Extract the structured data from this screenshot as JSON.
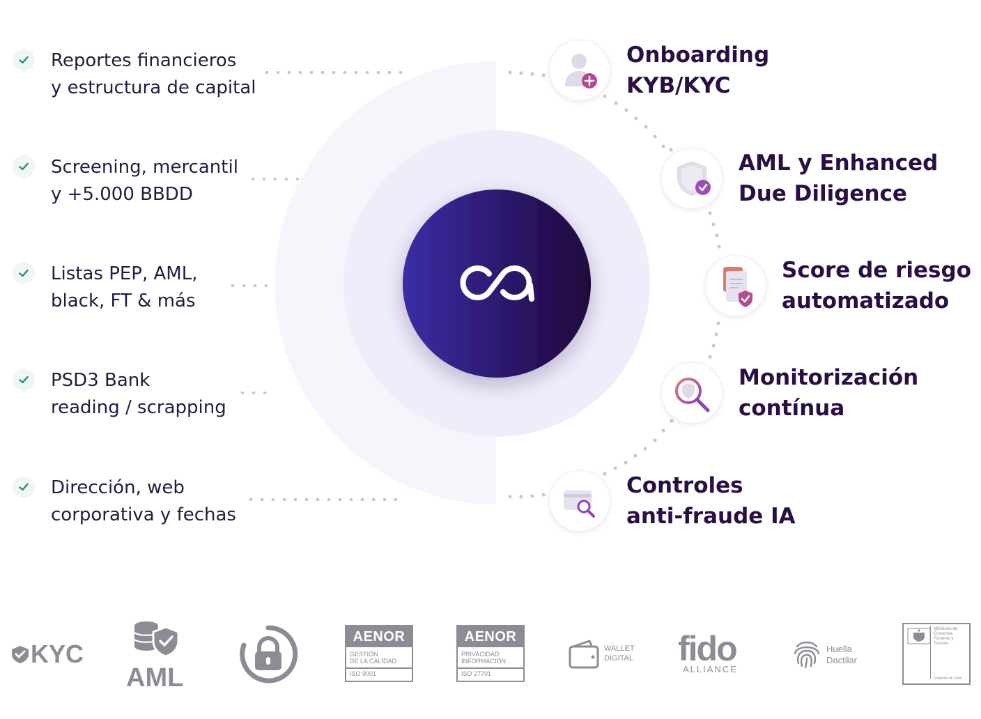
{
  "features": [
    {
      "line1": "Reportes financieros",
      "line2": "y estructura de capital"
    },
    {
      "line1": "Screening, mercantil",
      "line2": "y +5.000 BBDD"
    },
    {
      "line1": "Listas PEP, AML,",
      "line2": "black, FT & más"
    },
    {
      "line1": "PSD3 Bank",
      "line2": "reading / scrapping"
    },
    {
      "line1": "Dirección, web",
      "line2": "corporativa y fechas"
    }
  ],
  "services": [
    {
      "line1": "Onboarding",
      "line2": "KYB/KYC",
      "icon": "user-add-icon"
    },
    {
      "line1": "AML y Enhanced",
      "line2": "Due Diligence",
      "icon": "shield-check-icon"
    },
    {
      "line1": "Score de riesgo",
      "line2": "automatizado",
      "icon": "document-shield-icon"
    },
    {
      "line1": "Monitorización",
      "line2": "contínua",
      "icon": "magnifier-shield-icon"
    },
    {
      "line1": "Controles",
      "line2": "anti-fraude IA",
      "icon": "card-search-icon"
    }
  ],
  "center_logo": {
    "icon": "infinity-logo-icon"
  },
  "colors": {
    "primary": "#2a0f45",
    "accent_purple": "#3b2a9e",
    "accent_dark": "#22063f",
    "check_green": "#2e8a6a",
    "halo_outer": "#f6f5fc",
    "halo_inner": "#efedf9"
  },
  "certifications": {
    "kyc": "KYC",
    "aml": "AML",
    "aenor1": {
      "brand": "AENOR",
      "line1": "GESTIÓN",
      "line2": "DE LA CALIDAD",
      "code": "ISO 9001"
    },
    "aenor2": {
      "brand": "AENOR",
      "line1": "PRIVACIDAD",
      "line2": "INFORMACIÓN",
      "code": "ISO 27701"
    },
    "wallet": {
      "line1": "WALLET",
      "line2": "DIGITAL"
    },
    "fido": {
      "brand": "fido",
      "sub": "ALLIANCE"
    },
    "huella": {
      "line1": "Huella",
      "line2": "Dactilar"
    },
    "ministerio": {
      "line1": "Ministerio de",
      "line2": "Economía,",
      "line3": "Fomento y",
      "line4": "Turismo",
      "footer": "Gobierno de Chile"
    }
  }
}
